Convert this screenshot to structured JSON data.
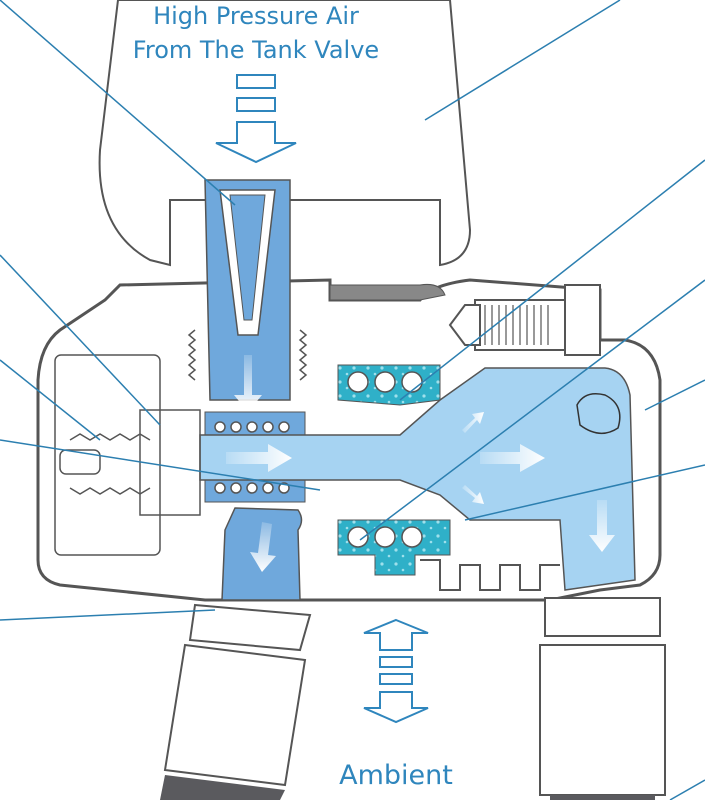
{
  "diagram": {
    "title": "Regulator first stage cross-section",
    "labels": {
      "inlet_line1": "High Pressure Air",
      "inlet_line2": "From The Tank Valve",
      "ambient": "Ambient"
    },
    "flow_arrows": {
      "inlet": "down",
      "ambient": "up-down"
    },
    "colors": {
      "high_pressure": "#6fa8dc",
      "intermediate_pressure": "#a6d3f2",
      "ambient_chamber": "#2fb0c8",
      "outline": "#555555",
      "leader_line": "#2c7fb0",
      "label_text": "#2f86bd",
      "hose": "#5a5a5e"
    }
  }
}
